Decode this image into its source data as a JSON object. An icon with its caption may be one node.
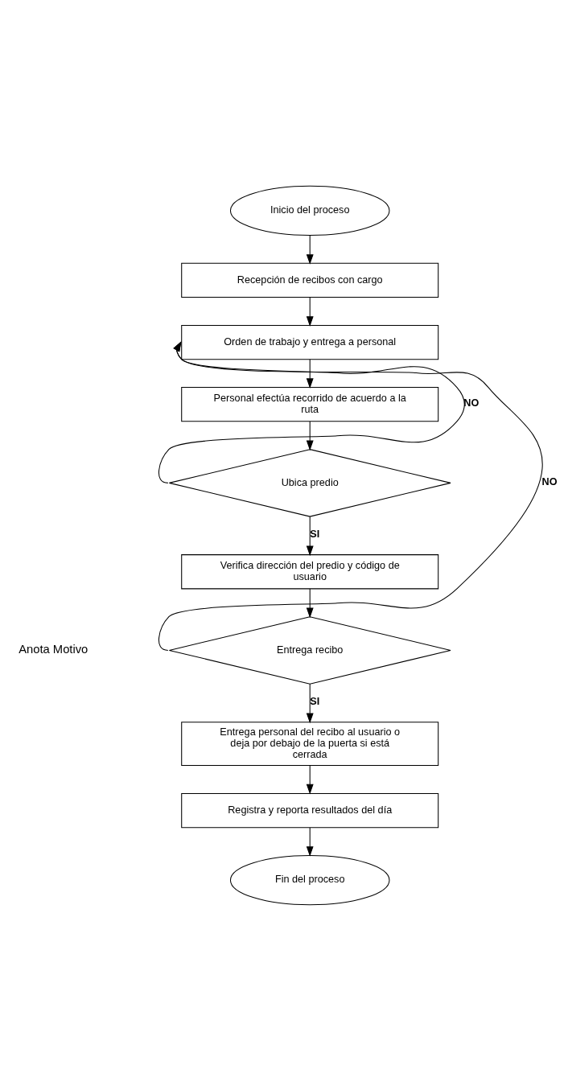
{
  "diagram": {
    "nodes": [
      {
        "text": [
          "Inicio del proceso"
        ]
      },
      {
        "text": [
          "Recepción de recibos con cargo"
        ]
      },
      {
        "text": [
          "Orden de trabajo y entrega a personal"
        ]
      },
      {
        "text": [
          "Personal efectúa recorrido de acuerdo a la ruta"
        ]
      },
      {
        "text": [
          "Ubica predio"
        ]
      },
      {
        "text": [
          "Verifica dirección del predio y código de usuario"
        ]
      },
      {
        "text": [
          "Entrega recibo"
        ]
      },
      {
        "text": [
          "Entrega personal del recibo al usuario o deja por debajo de la puerta si está cerrada"
        ]
      },
      {
        "text": [
          "Registra y reporta resultados del día"
        ]
      },
      {
        "text": [
          "Fin del proceso"
        ]
      }
    ],
    "edges": [
      {
        "from": 0,
        "to": 1,
        "arrow": "to"
      },
      {
        "from": 1,
        "to": 2,
        "arrow": "to"
      },
      {
        "from": 2,
        "to": 3,
        "arrow": "to"
      },
      {
        "from": 3,
        "to": 4,
        "arrow": "to"
      },
      {
        "from": 4,
        "to": 5,
        "arrow": "to",
        "label": "SI"
      },
      {
        "from": 4,
        "to": 2,
        "arrow": "to",
        "label": "NO"
      },
      {
        "from": 5,
        "to": 6,
        "arrow": "to"
      },
      {
        "from": 6,
        "to": 7,
        "arrow": "to",
        "label": "SI"
      },
      {
        "from": 6,
        "to": 2,
        "arrow": "to",
        "label": "NO"
      },
      {
        "from": 7,
        "to": 8,
        "arrow": "to"
      },
      {
        "from": 8,
        "to": 9,
        "arrow": "to"
      }
    ],
    "labels": [
      "Anota Motivo"
    ]
  }
}
